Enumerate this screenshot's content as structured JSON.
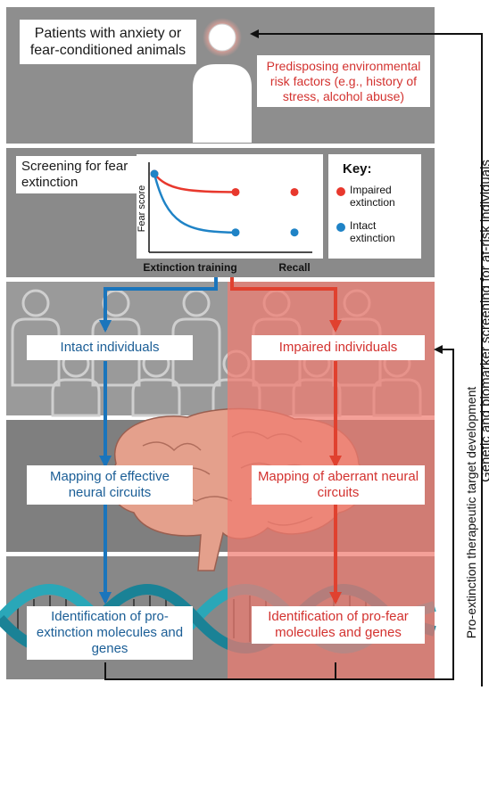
{
  "header": {
    "patients_label": "Patients with anxiety or fear-conditioned animals",
    "risk_factors": "Predisposing environmental risk factors (e.g., history of stress, alcohol abuse)"
  },
  "screening": {
    "title": "Screening for fear extinction",
    "key_title": "Key:",
    "key_items": [
      {
        "label": "Impaired extinction",
        "color": "#e8382d"
      },
      {
        "label": "Intact extinction",
        "color": "#1f83c6"
      }
    ]
  },
  "chart_data": {
    "type": "line",
    "ylabel": "Fear score",
    "x_labels": [
      "Extinction training",
      "Recall"
    ],
    "series": [
      {
        "name": "Impaired extinction",
        "color": "#e8382d",
        "training_start": 1.0,
        "training_end": 0.72,
        "recall": 0.72
      },
      {
        "name": "Intact extinction",
        "color": "#1f83c6",
        "training_start": 1.0,
        "training_end": 0.1,
        "recall": 0.1
      }
    ]
  },
  "intact_branch": {
    "level1": "Intact individuals",
    "level2": "Mapping of effective neural circuits",
    "level3": "Identification of pro-extinction molecules and genes"
  },
  "impaired_branch": {
    "level1": "Impaired individuals",
    "level2": "Mapping of aberrant neural circuits",
    "level3": "Identification of pro-fear molecules and genes"
  },
  "side_labels": {
    "outer": "Genetic and biomarker screening for at-risk individuals",
    "inner": "Pro-extinction therapeutic target development"
  },
  "colors": {
    "panel_gray": "#8b8b8b",
    "impaired_overlay": "#f08a80",
    "blue_arrow": "#1a75bc",
    "red_arrow": "#e0412f"
  }
}
